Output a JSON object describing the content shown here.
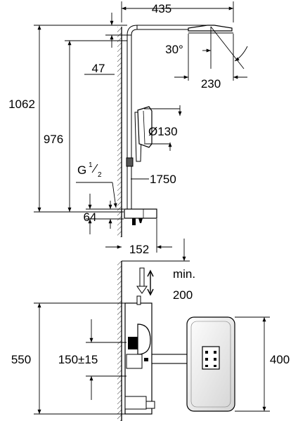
{
  "dimensions": {
    "width_top": "435",
    "offset_47": "47",
    "angle": "30°",
    "head_projection": "230",
    "total_height": "1062",
    "rail_height": "976",
    "handshower_diameter": "Ø130",
    "hose_length": "1750",
    "thread_prefix": "G",
    "thread_num": "1",
    "thread_den": "2",
    "inlet_height": "64",
    "depth": "152",
    "clearance_label": "min.",
    "clearance_value": "200",
    "box_height": "550",
    "inlet_spacing": "150±15",
    "box_width": "400"
  }
}
